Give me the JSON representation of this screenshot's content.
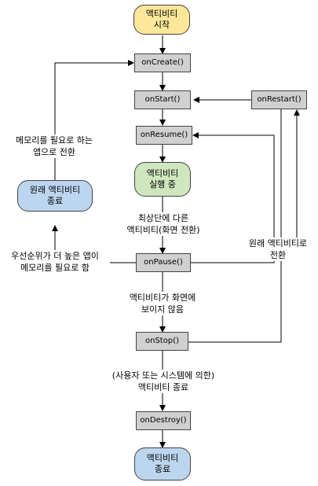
{
  "nodes": {
    "activity_start": "액티비티\n시작",
    "on_create": "onCreate()",
    "on_start": "onStart()",
    "on_restart": "onRestart()",
    "on_resume": "onResume()",
    "activity_running": "액티비티\n실행 중",
    "on_pause": "onPause()",
    "on_stop": "onStop()",
    "on_destroy": "onDestroy()",
    "process_killed": "원래 액티비티\n종료",
    "activity_shutdown": "액티비티\n종료"
  },
  "labels": {
    "memory_needed": "메모리를 필요로 하는\n앱으로 전환",
    "other_activity_front": "최상단에 다른\n액티비티(화면 전환)",
    "user_returns": "원래 액티비티로\n전환",
    "higher_priority": "우선순위가 더 높은 앱이\n메모리를 필요로 함",
    "not_visible": "액티비티가 화면에\n보이지 않음",
    "finishing": "(사용자 또는 시스템에 의한)\n액티비티 종료"
  },
  "colors": {
    "start": "#fde79a",
    "running": "#cfe6be",
    "terminal": "#bcd6ef",
    "callback": "#d0d0d0"
  }
}
